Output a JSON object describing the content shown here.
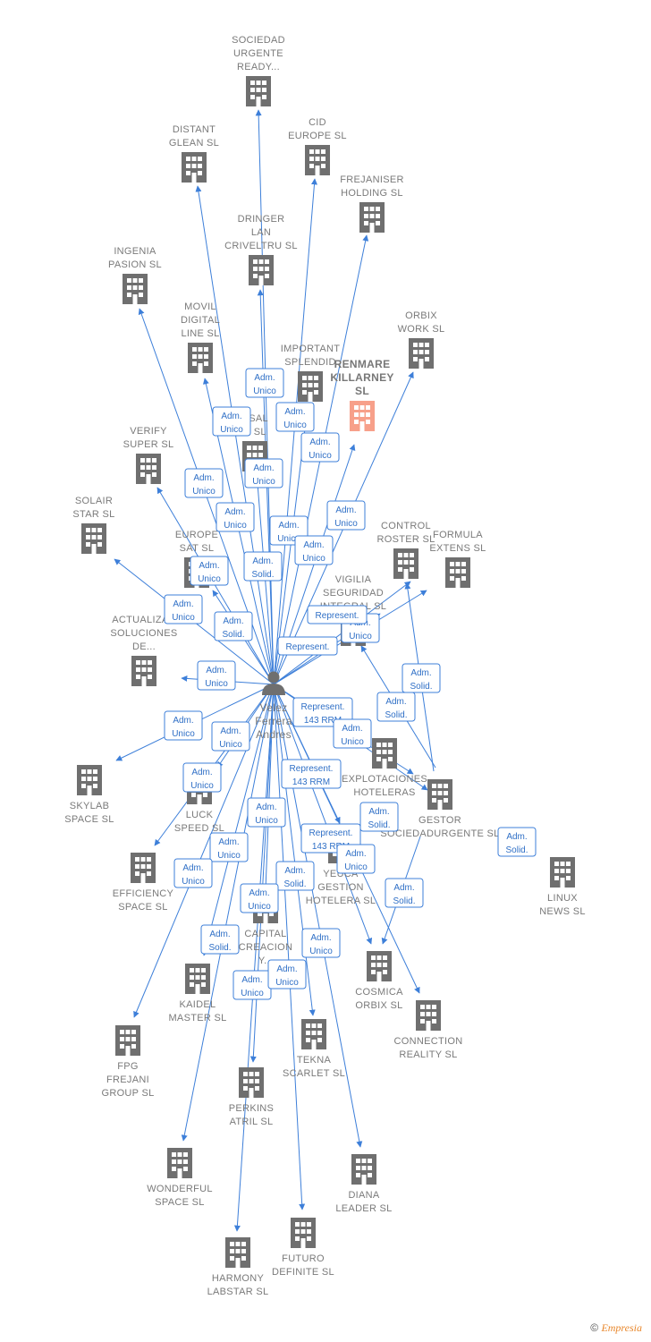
{
  "person": {
    "name_lines": [
      "Velez",
      "Ferrera",
      "Andres"
    ],
    "icon": "person-icon"
  },
  "colors": {
    "edge": "#3d7fd9",
    "building": "#6f6f6f",
    "highlight": "#f0562f",
    "label": "#7a7a7a"
  },
  "companies": [
    {
      "id": "sociedad-urgente-ready",
      "lines": [
        "SOCIEDAD",
        "URGENTE",
        "READY..."
      ]
    },
    {
      "id": "distant-glean",
      "lines": [
        "DISTANT",
        "GLEAN  SL"
      ]
    },
    {
      "id": "cid-europe",
      "lines": [
        "CID",
        "EUROPE  SL"
      ]
    },
    {
      "id": "frejaniser-holding",
      "lines": [
        "FREJANISER",
        "HOLDING  SL"
      ]
    },
    {
      "id": "dringer-lan-criveltru",
      "lines": [
        "DRINGER",
        "LAN",
        "CRIVELTRU SL"
      ]
    },
    {
      "id": "ingenia-pasion",
      "lines": [
        "INGENIA",
        "PASION  SL"
      ]
    },
    {
      "id": "movil-digital-line",
      "lines": [
        "MOVIL",
        "DIGITAL",
        "LINE SL"
      ]
    },
    {
      "id": "orbix-work",
      "lines": [
        "ORBIX",
        "WORK  SL"
      ]
    },
    {
      "id": "important-splendid",
      "lines": [
        "IMPORTANT",
        "SPLENDID"
      ]
    },
    {
      "id": "renmare-killarney",
      "lines": [
        "RENMARE",
        "KILLARNEY",
        "SL"
      ],
      "highlight": true
    },
    {
      "id": "universal-star",
      "lines": [
        "RSAL",
        "R  SL"
      ]
    },
    {
      "id": "verify-super",
      "lines": [
        "VERIFY",
        "SUPER  SL"
      ]
    },
    {
      "id": "solair-star",
      "lines": [
        "SOLAIR",
        "STAR  SL"
      ]
    },
    {
      "id": "europe-sat",
      "lines": [
        "EUROPE",
        "SAT  SL"
      ]
    },
    {
      "id": "control-roster",
      "lines": [
        "CONTROL",
        "ROSTER  SL"
      ]
    },
    {
      "id": "formula-extens",
      "lines": [
        "FORMULA",
        "EXTENS  SL"
      ]
    },
    {
      "id": "vigilia-seguridad-integral",
      "lines": [
        "VIGILIA",
        "SEGURIDAD",
        "INTEGRAL  SL"
      ]
    },
    {
      "id": "actualizan-soluciones",
      "lines": [
        "ACTUALIZAN",
        "SOLUCIONES",
        "DE..."
      ]
    },
    {
      "id": "skylab-space",
      "lines": [
        "SKYLAB",
        "SPACE  SL"
      ]
    },
    {
      "id": "explotaciones-hoteleras",
      "lines": [
        "EXPLOTACIONES",
        "HOTELERAS"
      ]
    },
    {
      "id": "gestor-sociedadurgente",
      "lines": [
        "GESTOR",
        "SOCIEDADURGENTE SL"
      ]
    },
    {
      "id": "luck-speed",
      "lines": [
        "LUCK",
        "SPEED  SL"
      ]
    },
    {
      "id": "efficiency-space",
      "lines": [
        "EFFICIENCY",
        "SPACE  SL"
      ]
    },
    {
      "id": "linux-news",
      "lines": [
        "LINUX",
        "NEWS  SL"
      ]
    },
    {
      "id": "yeuca-gestion-hotelera",
      "lines": [
        "YEUCA",
        "GESTION",
        "HOTELERA  SL"
      ]
    },
    {
      "id": "capital-creacion",
      "lines": [
        "CAPITAL",
        "CREACION",
        "Y..."
      ]
    },
    {
      "id": "kaidel-master",
      "lines": [
        "KAIDEL",
        "MASTER  SL"
      ]
    },
    {
      "id": "cosmica-orbix",
      "lines": [
        "COSMICA",
        "ORBIX  SL"
      ]
    },
    {
      "id": "connection-reality",
      "lines": [
        "CONNECTION",
        "REALITY  SL"
      ]
    },
    {
      "id": "fpg-frejani-group",
      "lines": [
        "FPG",
        "FREJANI",
        "GROUP  SL"
      ]
    },
    {
      "id": "tekna-scarlet",
      "lines": [
        "TEKNA",
        "SCARLET  SL"
      ]
    },
    {
      "id": "perkins-atril",
      "lines": [
        "PERKINS",
        "ATRIL  SL"
      ]
    },
    {
      "id": "wonderful-space",
      "lines": [
        "WONDERFUL",
        "SPACE  SL"
      ]
    },
    {
      "id": "diana-leader",
      "lines": [
        "DIANA",
        "LEADER  SL"
      ]
    },
    {
      "id": "futuro-definite",
      "lines": [
        "FUTURO",
        "DEFINITE  SL"
      ]
    },
    {
      "id": "harmony-labstar",
      "lines": [
        "HARMONY",
        "LABSTAR SL"
      ]
    }
  ],
  "relations": [
    {
      "lines": [
        "Adm.",
        "Unico"
      ]
    },
    {
      "lines": [
        "Adm.",
        "Unico"
      ]
    },
    {
      "lines": [
        "Adm.",
        "Unico"
      ]
    },
    {
      "lines": [
        "Adm.",
        "Unico"
      ]
    },
    {
      "lines": [
        "Adm.",
        "Unico"
      ]
    },
    {
      "lines": [
        "Adm.",
        "Unico"
      ]
    },
    {
      "lines": [
        "Adm.",
        "Unico"
      ]
    },
    {
      "lines": [
        "Adm.",
        "Unico"
      ]
    },
    {
      "lines": [
        "Adm.",
        "Unico"
      ]
    },
    {
      "lines": [
        "Adm.",
        "Unico"
      ]
    },
    {
      "lines": [
        "Adm.",
        "Solid."
      ]
    },
    {
      "lines": [
        "Adm.",
        "Unico"
      ]
    },
    {
      "lines": [
        "Adm.",
        "Unico"
      ]
    },
    {
      "lines": [
        "Adm.",
        "Solid."
      ]
    },
    {
      "lines": [
        "Adm.",
        "Unico"
      ]
    },
    {
      "lines": [
        "Represent."
      ]
    },
    {
      "lines": [
        "Adm.",
        "Unico"
      ]
    },
    {
      "lines": [
        "Represent."
      ]
    },
    {
      "lines": [
        "Adm.",
        "Unico"
      ]
    },
    {
      "lines": [
        "Adm.",
        "Solid."
      ]
    },
    {
      "lines": [
        "Adm.",
        "Solid."
      ]
    },
    {
      "lines": [
        "Represent.",
        "143 RRM"
      ]
    },
    {
      "lines": [
        "Adm.",
        "Unico"
      ]
    },
    {
      "lines": [
        "Adm.",
        "Unico"
      ]
    },
    {
      "lines": [
        "Adm.",
        "Unico"
      ]
    },
    {
      "lines": [
        "Represent.",
        "143 RRM"
      ]
    },
    {
      "lines": [
        "Adm.",
        "Unico"
      ]
    },
    {
      "lines": [
        "Adm.",
        "Solid."
      ]
    },
    {
      "lines": [
        "Adm.",
        "Unico"
      ]
    },
    {
      "lines": [
        "Represent.",
        "143 RRM"
      ]
    },
    {
      "lines": [
        "Adm.",
        "Unico"
      ]
    },
    {
      "lines": [
        "Adm.",
        "Solid."
      ]
    },
    {
      "lines": [
        "Adm.",
        "Unico"
      ]
    },
    {
      "lines": [
        "Adm.",
        "Solid."
      ]
    },
    {
      "lines": [
        "Adm.",
        "Unico"
      ]
    },
    {
      "lines": [
        "Adm.",
        "Solid."
      ]
    },
    {
      "lines": [
        "Adm.",
        "Solid."
      ]
    },
    {
      "lines": [
        "Adm.",
        "Unico"
      ]
    },
    {
      "lines": [
        "Adm.",
        "Unico"
      ]
    },
    {
      "lines": [
        "Adm.",
        "Unico"
      ]
    },
    {
      "lines": [
        "Adm.",
        "Unico"
      ]
    }
  ],
  "copyright": {
    "symbol": "©",
    "brand": "Empresia"
  }
}
